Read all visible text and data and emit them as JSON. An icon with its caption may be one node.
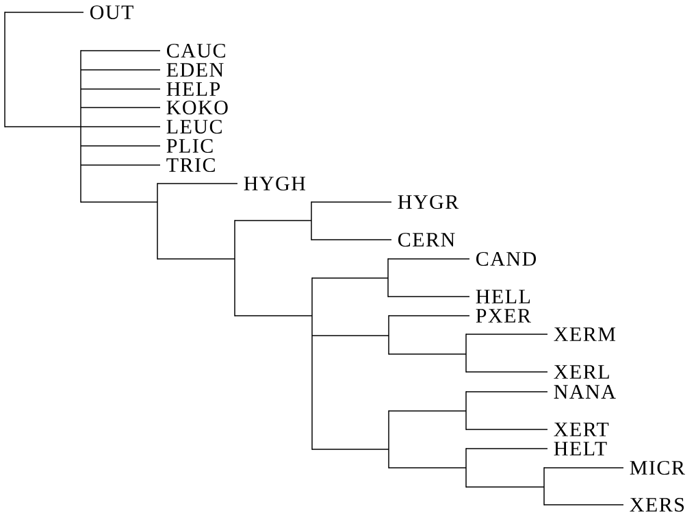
{
  "diagram": {
    "nodes": [
      {
        "text": [],
        "shape": "bar"
      },
      {
        "text": [
          "OUT"
        ]
      },
      {
        "text": [],
        "shape": "bar"
      },
      {
        "text": [
          "CAUC"
        ]
      },
      {
        "text": [
          "EDEN"
        ]
      },
      {
        "text": [
          "HELP"
        ]
      },
      {
        "text": [
          "KOKO"
        ]
      },
      {
        "text": [
          "LEUC"
        ]
      },
      {
        "text": [
          "PLIC"
        ]
      },
      {
        "text": [
          "TRIC"
        ]
      },
      {
        "text": [],
        "shape": "bar"
      },
      {
        "text": [
          "HYGH"
        ]
      },
      {
        "text": [],
        "shape": "bar"
      },
      {
        "text": [],
        "shape": "bar"
      },
      {
        "text": [
          "HYGR"
        ]
      },
      {
        "text": [
          "CERN"
        ]
      },
      {
        "text": [],
        "shape": "bar"
      },
      {
        "text": [],
        "shape": "bar"
      },
      {
        "text": [
          "CAND"
        ]
      },
      {
        "text": [
          "HELL"
        ]
      },
      {
        "text": [],
        "shape": "bar"
      },
      {
        "text": [
          "PXER"
        ]
      },
      {
        "text": [],
        "shape": "bar"
      },
      {
        "text": [
          "XERM"
        ]
      },
      {
        "text": [
          "XERL"
        ]
      },
      {
        "text": [],
        "shape": "bar"
      },
      {
        "text": [],
        "shape": "bar"
      },
      {
        "text": [
          "NANA"
        ]
      },
      {
        "text": [
          "XERT"
        ]
      },
      {
        "text": [],
        "shape": "bar"
      },
      {
        "text": [
          "HELT"
        ]
      },
      {
        "text": [],
        "shape": "bar"
      },
      {
        "text": [
          "MICR"
        ]
      },
      {
        "text": [
          "XERS"
        ]
      }
    ],
    "edges": [
      {
        "from": 0,
        "to": 1,
        "arrow": "none"
      },
      {
        "from": 0,
        "to": 2,
        "arrow": "none"
      },
      {
        "from": 2,
        "to": 3,
        "arrow": "none"
      },
      {
        "from": 2,
        "to": 4,
        "arrow": "none"
      },
      {
        "from": 2,
        "to": 5,
        "arrow": "none"
      },
      {
        "from": 2,
        "to": 6,
        "arrow": "none"
      },
      {
        "from": 2,
        "to": 7,
        "arrow": "none"
      },
      {
        "from": 2,
        "to": 8,
        "arrow": "none"
      },
      {
        "from": 2,
        "to": 9,
        "arrow": "none"
      },
      {
        "from": 2,
        "to": 10,
        "arrow": "none"
      },
      {
        "from": 10,
        "to": 11,
        "arrow": "none"
      },
      {
        "from": 10,
        "to": 12,
        "arrow": "none"
      },
      {
        "from": 12,
        "to": 13,
        "arrow": "none"
      },
      {
        "from": 13,
        "to": 14,
        "arrow": "none"
      },
      {
        "from": 13,
        "to": 15,
        "arrow": "none"
      },
      {
        "from": 12,
        "to": 16,
        "arrow": "none"
      },
      {
        "from": 16,
        "to": 17,
        "arrow": "none"
      },
      {
        "from": 17,
        "to": 18,
        "arrow": "none"
      },
      {
        "from": 17,
        "to": 19,
        "arrow": "none"
      },
      {
        "from": 16,
        "to": 20,
        "arrow": "none"
      },
      {
        "from": 20,
        "to": 21,
        "arrow": "none"
      },
      {
        "from": 20,
        "to": 22,
        "arrow": "none"
      },
      {
        "from": 22,
        "to": 23,
        "arrow": "none"
      },
      {
        "from": 22,
        "to": 24,
        "arrow": "none"
      },
      {
        "from": 16,
        "to": 25,
        "arrow": "none"
      },
      {
        "from": 25,
        "to": 26,
        "arrow": "none"
      },
      {
        "from": 26,
        "to": 27,
        "arrow": "none"
      },
      {
        "from": 26,
        "to": 28,
        "arrow": "none"
      },
      {
        "from": 25,
        "to": 29,
        "arrow": "none"
      },
      {
        "from": 29,
        "to": 30,
        "arrow": "none"
      },
      {
        "from": 29,
        "to": 31,
        "arrow": "none"
      },
      {
        "from": 31,
        "to": 32,
        "arrow": "none"
      },
      {
        "from": 31,
        "to": 33,
        "arrow": "none"
      }
    ]
  }
}
